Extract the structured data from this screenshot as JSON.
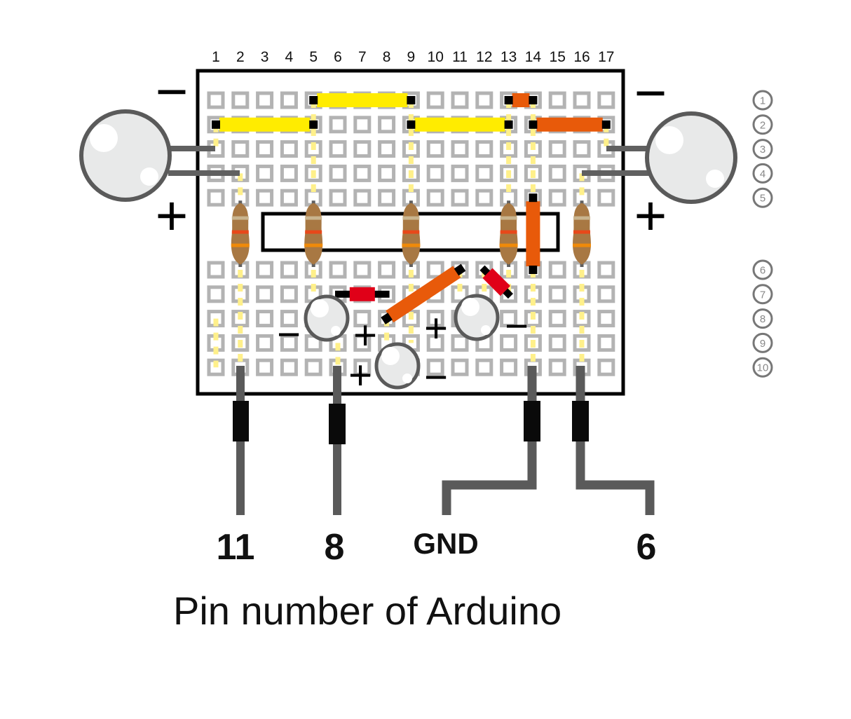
{
  "title": "Pin number of  Arduino",
  "columns": [
    "1",
    "2",
    "3",
    "4",
    "5",
    "6",
    "7",
    "8",
    "9",
    "10",
    "11",
    "12",
    "13",
    "14",
    "15",
    "16",
    "17"
  ],
  "rows": [
    "1",
    "2",
    "3",
    "4",
    "5",
    "6",
    "7",
    "8",
    "9",
    "10"
  ],
  "colors": {
    "board_border": "#000000",
    "hole": "#b3b3b3",
    "jumper_yellow": "#ffec00",
    "jumper_orange": "#e85a0a",
    "trace": "#fff08a",
    "resistor_body": "#a87843",
    "resistor_band1": "#c9b48e",
    "resistor_band2": "#e8481a",
    "resistor_band3": "#ef8a0a",
    "lead": "#606060",
    "wire": "#5a5a5a",
    "led_fill": "#e8e9e9",
    "diode_red": "#e00018",
    "plug": "#0a0a0a"
  },
  "jumpers": [
    {
      "color": "yellow",
      "from": [
        5,
        1
      ],
      "to": [
        9,
        1
      ]
    },
    {
      "color": "orange",
      "from": [
        13,
        1
      ],
      "to": [
        14,
        1
      ]
    },
    {
      "color": "yellow",
      "from": [
        1,
        2
      ],
      "to": [
        5,
        2
      ]
    },
    {
      "color": "yellow",
      "from": [
        9,
        2
      ],
      "to": [
        13,
        2
      ]
    },
    {
      "color": "orange",
      "from": [
        14,
        2
      ],
      "to": [
        17,
        2
      ]
    },
    {
      "color": "orange",
      "from": [
        14,
        5
      ],
      "to": [
        14,
        6
      ]
    }
  ],
  "resistors": [
    {
      "column": 2,
      "from_row": 5,
      "to_row": 6
    },
    {
      "column": 5,
      "from_row": 5,
      "to_row": 6
    },
    {
      "column": 9,
      "from_row": 5,
      "to_row": 6
    },
    {
      "column": 13,
      "from_row": 5,
      "to_row": 6
    },
    {
      "column": 16,
      "from_row": 5,
      "to_row": 6
    }
  ],
  "diodes": [
    {
      "from": [
        6,
        7
      ],
      "to": [
        8,
        7
      ]
    },
    {
      "from": [
        12,
        6
      ],
      "to": [
        13,
        7
      ]
    }
  ],
  "diagonal_jumper": {
    "color": "orange",
    "from": [
      8,
      8
    ],
    "to": [
      11,
      6
    ]
  },
  "traces": [
    {
      "column": 1,
      "from_row": 2,
      "to_row": 3
    },
    {
      "column": 2,
      "from_row": 4,
      "to_row": 5
    },
    {
      "column": 5,
      "from_row": 1,
      "to_row": 5
    },
    {
      "column": 9,
      "from_row": 1,
      "to_row": 5
    },
    {
      "column": 13,
      "from_row": 1,
      "to_row": 5
    },
    {
      "column": 14,
      "from_row": 1,
      "to_row": 5
    },
    {
      "column": 17,
      "from_row": 2,
      "to_row": 3
    },
    {
      "column": 16,
      "from_row": 4,
      "to_row": 5
    },
    {
      "column": 1,
      "from_row": 8,
      "to_row": 10
    },
    {
      "column": 2,
      "from_row": 6,
      "to_row": 10
    },
    {
      "column": 5,
      "from_row": 6,
      "to_row": 7
    },
    {
      "column": 6,
      "from_row": 9,
      "to_row": 10
    },
    {
      "column": 9,
      "from_row": 6,
      "to_row": 9
    },
    {
      "column": 8,
      "from_row": 8,
      "to_row": 9
    },
    {
      "column": 11,
      "from_row": 6,
      "to_row": 7
    },
    {
      "column": 12,
      "from_row": 6,
      "to_row": 7
    },
    {
      "column": 13,
      "from_row": 6,
      "to_row": 7
    },
    {
      "column": 14,
      "from_row": 6,
      "to_row": 10
    },
    {
      "column": 16,
      "from_row": 6,
      "to_row": 10
    }
  ],
  "leds": [
    {
      "name": "led-left",
      "signs": {
        "minus": "−",
        "plus": "+"
      }
    },
    {
      "name": "led-right",
      "signs": {
        "minus": "−",
        "plus": "+"
      }
    },
    {
      "name": "led-small-1",
      "signs": {
        "minus": "−",
        "plus": "+"
      }
    },
    {
      "name": "led-small-2",
      "signs": {
        "minus": "−",
        "plus": "+"
      }
    },
    {
      "name": "led-small-3",
      "signs": {
        "minus": "−",
        "plus": "+"
      }
    }
  ],
  "pins": [
    {
      "label": "11",
      "column": 2
    },
    {
      "label": "8",
      "column": 6
    },
    {
      "label": "GND",
      "column": 14
    },
    {
      "label": "6",
      "column": 16
    }
  ],
  "signs": {
    "minus": "−",
    "plus": "+"
  }
}
